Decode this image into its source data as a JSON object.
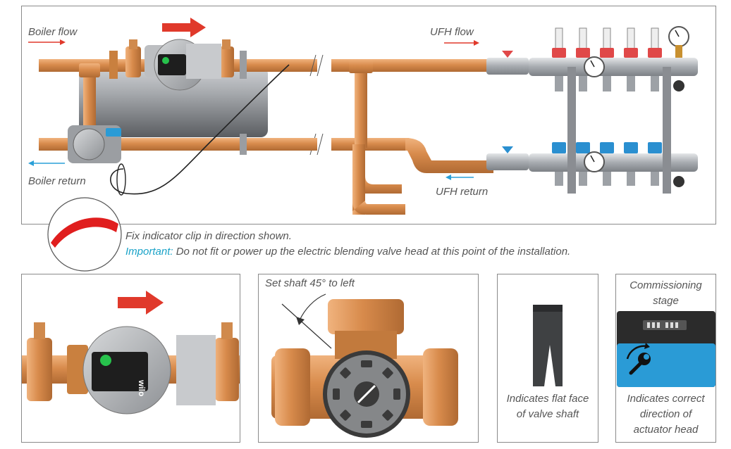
{
  "main_diagram": {
    "labels": {
      "boiler_flow": "Boiler flow",
      "boiler_return": "Boiler return",
      "ufh_flow": "UFH flow",
      "ufh_return": "UFH return"
    },
    "note_line1": "Fix indicator clip in direction shown.",
    "note_important_prefix": "Important:",
    "note_line2": "Do not fit or power up the electric blending valve head at this point of the installation.",
    "pump_brand": "wilo"
  },
  "panel_shaft": {
    "title": "Set shaft 45° to left"
  },
  "panel_flatface": {
    "caption_line1": "Indicates flat face",
    "caption_line2": "of valve shaft"
  },
  "panel_commissioning": {
    "title_line1": "Commissioning",
    "title_line2": "stage",
    "caption_line1": "Indicates correct",
    "caption_line2": "direction of",
    "caption_line3": "actuator head"
  },
  "colors": {
    "pipe_copper": "#d9945a",
    "pipe_copper_dark": "#b8713a",
    "flow_arrow": "#e0392b",
    "return_arrow": "#2aa0d8",
    "important_text": "#1aa3c8",
    "actuator_blue": "#2a9bd6",
    "manifold_steel": "#b9bcc0",
    "flow_cap_red": "#e04848",
    "return_cap_blue": "#2a8fd0"
  }
}
